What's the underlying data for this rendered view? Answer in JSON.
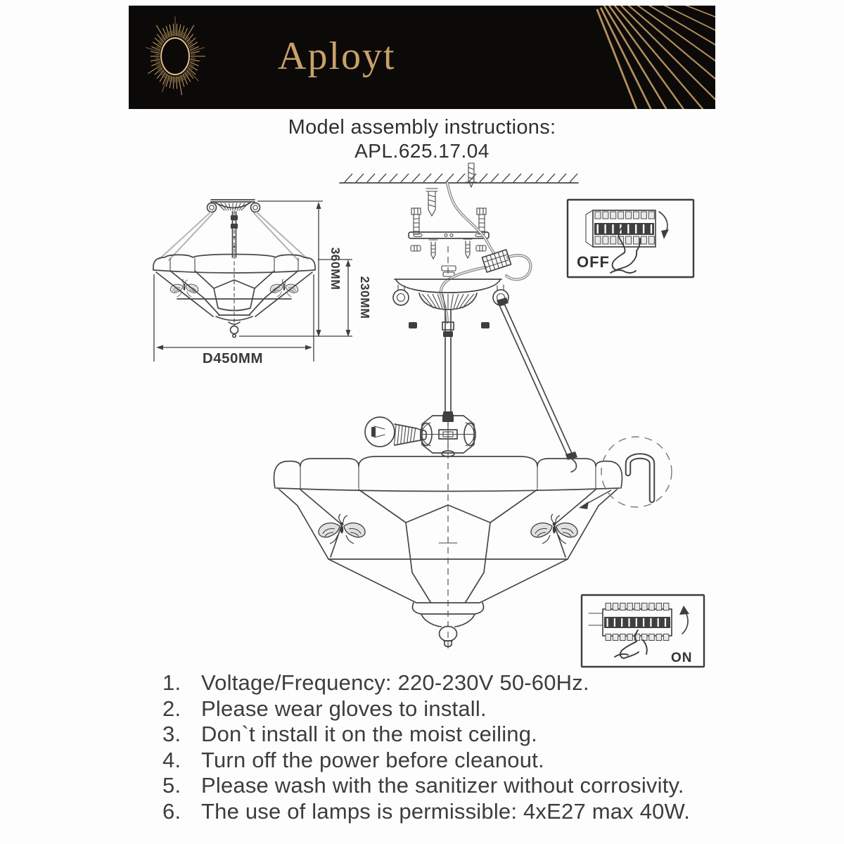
{
  "brand": {
    "name": "Aployt"
  },
  "title": "Model assembly instructions:",
  "model_number": "APL.625.17.04",
  "diagram": {
    "dimensions": {
      "overall_height": "360MM",
      "shade_height": "230MM",
      "diameter": "D450MM"
    },
    "insets": {
      "power_off": "OFF",
      "power_on": "ON"
    }
  },
  "instructions": [
    {
      "num": "1.",
      "text": "Voltage/Frequency: 220-230V 50-60Hz."
    },
    {
      "num": "2.",
      "text": "Please wear gloves to install."
    },
    {
      "num": "3.",
      "text": "Don`t install it on the moist ceiling."
    },
    {
      "num": "4.",
      "text": "Turn off the power before cleanout."
    },
    {
      "num": "5.",
      "text": "Please wash with the sanitizer without corrosivity."
    },
    {
      "num": "6.",
      "text": "The use of lamps is permissible: 4xE27 max 40W."
    }
  ],
  "colors": {
    "banner_bg": "#0c0a09",
    "gold": "#c79e66",
    "line": "#474747",
    "dark_fill": "#3f3f3f",
    "text": "#3a3a3a"
  }
}
